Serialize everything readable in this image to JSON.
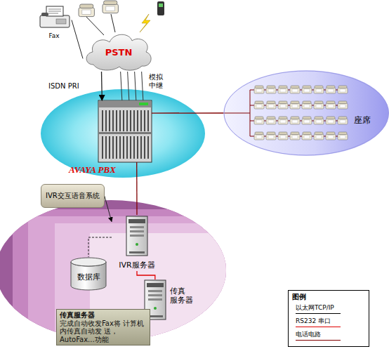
{
  "diagram": {
    "nodes": [
      {
        "text": [
          "Fax"
        ]
      },
      {
        "text": [
          "PSTN"
        ]
      },
      {
        "text": [
          "AVAYA PBX"
        ]
      },
      {
        "text": [
          "座席"
        ]
      },
      {
        "text": [
          "IVR交互语音系统"
        ]
      },
      {
        "text": [
          "IVR服务器"
        ]
      },
      {
        "text": [
          "数据库"
        ]
      },
      {
        "text": [
          "传真 服务器"
        ]
      },
      {
        "text": [
          "传真服务器",
          "完成自动收发Fax将 计算机内传真自动发 送，AutoFax...功能"
        ]
      }
    ],
    "edges": [
      {
        "from": 0,
        "to": 1,
        "arrow": "none"
      },
      {
        "from": 1,
        "to": 2,
        "arrow": "to",
        "label": "ISDN PRI"
      },
      {
        "from": 1,
        "to": 2,
        "arrow": "none",
        "label": "模拟 中继"
      },
      {
        "from": 2,
        "to": 3,
        "arrow": "none"
      },
      {
        "from": 2,
        "to": 5,
        "arrow": "none"
      },
      {
        "from": 4,
        "to": 5,
        "arrow": "to"
      },
      {
        "from": 5,
        "to": 6,
        "arrow": "none"
      },
      {
        "from": 5,
        "to": 7,
        "arrow": "none"
      }
    ],
    "labels": [
      "图例"
    ],
    "legend": [
      {
        "text": "以太网TCP/IP"
      },
      {
        "text": "RS232 串口"
      },
      {
        "text": "电话电路"
      }
    ]
  }
}
